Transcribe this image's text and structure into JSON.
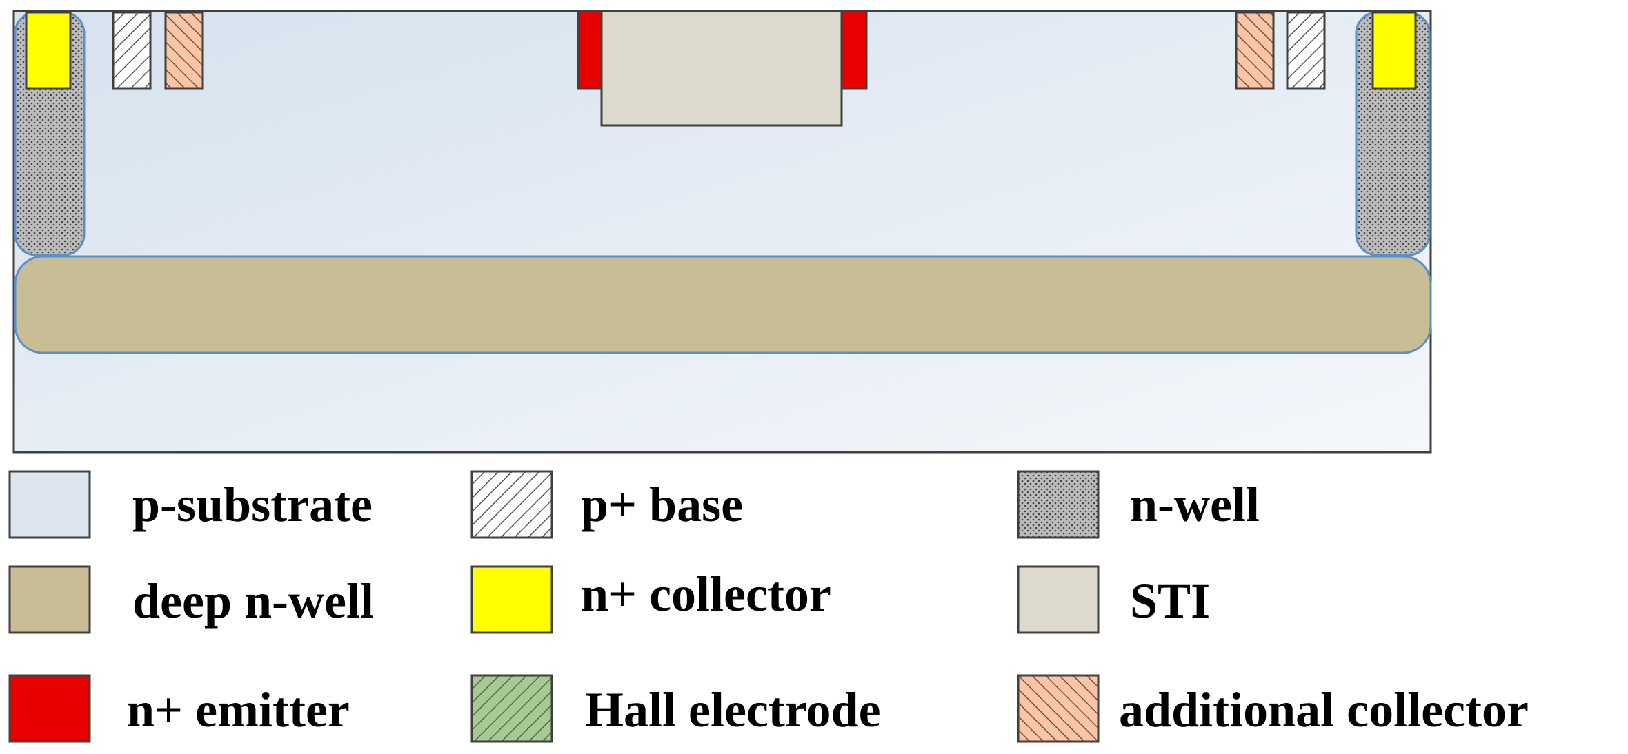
{
  "colors": {
    "substrate": "#dde6ef",
    "deep_nwell": "#c8bd94",
    "nwell": "#b9b9b9",
    "n_plus_collector": "#ffff00",
    "n_plus_emitter": "#e80000",
    "sti": "#ddd9cd",
    "hall_electrode": "#a9c994",
    "additional_collector": "#f8c5a6",
    "outline": "#404040",
    "well_outline": "#5b8fc9"
  },
  "legend": {
    "items": [
      {
        "key": "p_substrate",
        "label": "p-substrate"
      },
      {
        "key": "p_plus_base",
        "label": "p+ base"
      },
      {
        "key": "n_well",
        "label": "n-well"
      },
      {
        "key": "deep_n_well",
        "label": "deep n-well"
      },
      {
        "key": "n_plus_collector",
        "label": "n+ collector"
      },
      {
        "key": "sti",
        "label": "STI"
      },
      {
        "key": "n_plus_emitter",
        "label": "n+ emitter"
      },
      {
        "key": "hall_electrode",
        "label": "Hall electrode"
      },
      {
        "key": "additional_collector",
        "label": "additional collector"
      }
    ]
  }
}
